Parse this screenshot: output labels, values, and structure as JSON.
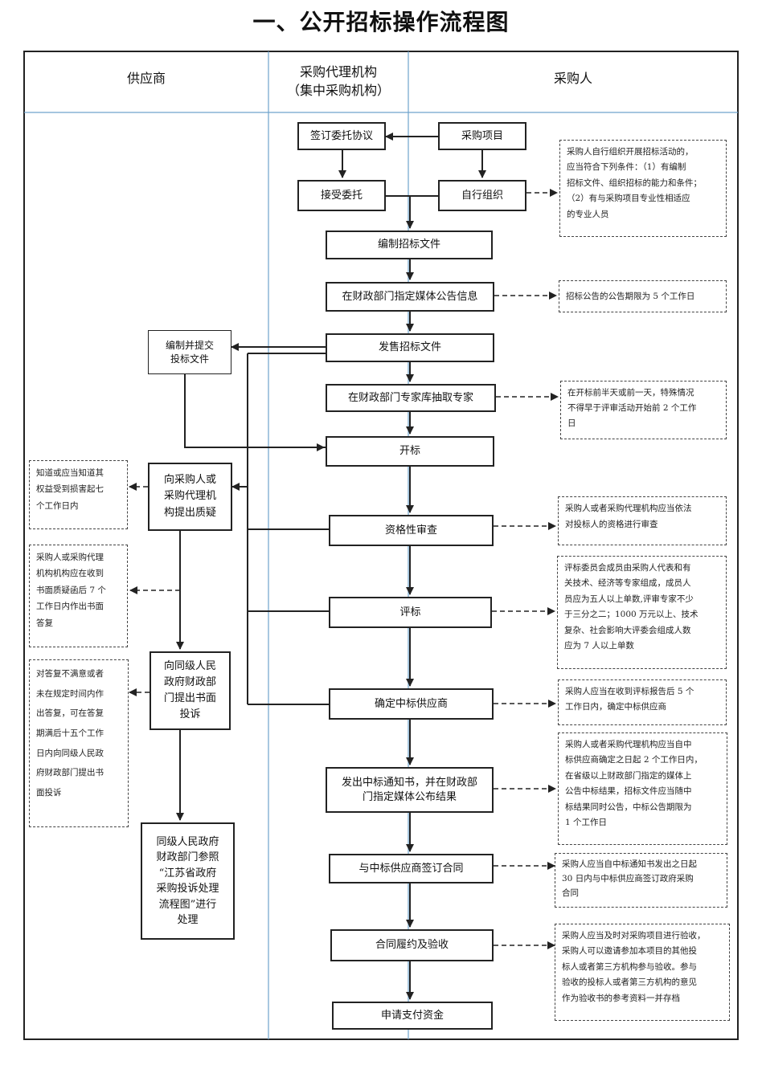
{
  "title": "一、公开招标操作流程图",
  "columns": {
    "supplier": "供应商",
    "agency": "采购代理机构\n（集中采购机构）",
    "purchaser": "采购人"
  },
  "steps": {
    "sign_agreement": "签订委托协议",
    "purchase_project": "采购项目",
    "accept_commission": "接受委托",
    "self_organize": "自行组织",
    "prepare_docs": "编制招标文件",
    "announce": "在财政部门指定媒体公告信息",
    "sell_docs": "发售招标文件",
    "extract_experts": "在财政部门专家库抽取专家",
    "bid_opening": "开标",
    "qualification_review": "资格性审查",
    "evaluation": "评标",
    "determine_winner": "确定中标供应商",
    "issue_notice": "发出中标通知书，并在财政部\n门指定媒体公布结果",
    "sign_contract": "与中标供应商签订合同",
    "acceptance": "合同履约及验收",
    "payment": "申请支付资金"
  },
  "supplier_boxes": {
    "submit_bid": "编制并提交\n投标文件",
    "query": "向采购人或\n采购代理机\n构提出质疑",
    "complaint": "向同级人民\n政府财政部\n门提出书面\n投诉",
    "handling": "同级人民政府\n财政部门参照\n“江苏省政府\n采购投诉处理\n流程图”进行\n处理"
  },
  "notes": {
    "self_org_conditions": "采购人自行组织开展招标活动的，\n应当符合下列条件：（1）有编制\n招标文件、组织招标的能力和条件；\n（2）有与采购项目专业性相适应\n的专业人员",
    "announce_period": "招标公告的公告期限为 5 个工作日",
    "expert_timing": "在开标前半天或前一天，特殊情况\n不得早于评审活动开始前 2 个工作\n日",
    "qualification": "采购人或者采购代理机构应当依法\n对投标人的资格进行审查",
    "committee": "评标委员会成员由采购人代表和有\n关技术、经济等专家组成，成员人\n员应为五人以上单数,评审专家不少\n于三分之二；1000 万元以上、技术\n复杂、社会影响大评委会组成人数\n应为 7 人以上单数",
    "winner_timing": "采购人应当在收到评标报告后 5 个\n工作日内，确定中标供应商",
    "notice_timing": "采购人或者采购代理机构应当自中\n标供应商确定之日起 2 个工作日内，\n在省级以上财政部门指定的媒体上\n公告中标结果，招标文件应当随中\n标结果同时公告，中标公告期限为\n1 个工作日",
    "contract_timing": "采购人应当自中标通知书发出之日起\n30 日内与中标供应商签订政府采购\n合同",
    "acceptance_note": "采购人应当及时对采购项目进行验收，\n采购人可以邀请参加本项目的其他投\n标人或者第三方机构参与验收。参与\n验收的投标人或者第三方机构的意见\n作为验收书的参考资料一并存档",
    "query_deadline": "知道或应当知道其\n权益受到损害起七\n个工作日内",
    "reply_deadline": "采购人或采购代理\n机构机构应在收到\n书面质疑函后 7 个\n工作日内作出书面\n答复",
    "complaint_deadline": "对答复不满意或者\n未在规定时间内作\n出答复，可在答复\n期满后十五个工作\n日内向同级人民政\n府财政部门提出书\n面投诉"
  }
}
